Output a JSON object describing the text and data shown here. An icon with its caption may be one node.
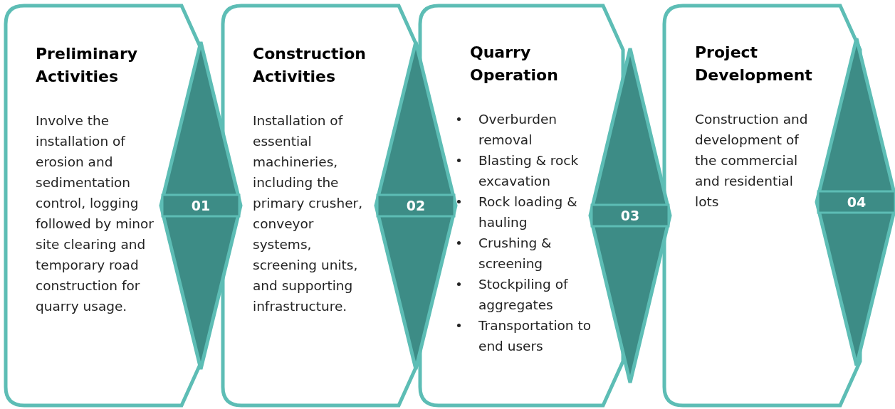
{
  "diagram": {
    "nodes": [
      {
        "text": [
          "Preliminary Activities",
          "Involve the installation of erosion and sedimentation control, logging followed by minor site clearing and temporary road construction for quarry usage."
        ]
      },
      {
        "text": [
          "01"
        ]
      },
      {
        "text": [
          "Construction Activities",
          "Installation of essential machineries, including the primary crusher, conveyor systems, screening units, and supporting infrastructure."
        ]
      },
      {
        "text": [
          "02"
        ]
      },
      {
        "text": [
          "Quarry Operation",
          "Overburden removal",
          "Blasting & rock excavation",
          "Rock loading & hauling",
          "Crushing & screening",
          "Stockpiling of aggregates",
          "Transportation to end users"
        ]
      },
      {
        "text": [
          "03"
        ]
      },
      {
        "text": [
          "Project Development",
          "Construction and development of the commercial and residential lots"
        ]
      },
      {
        "text": [
          "04"
        ]
      }
    ]
  }
}
